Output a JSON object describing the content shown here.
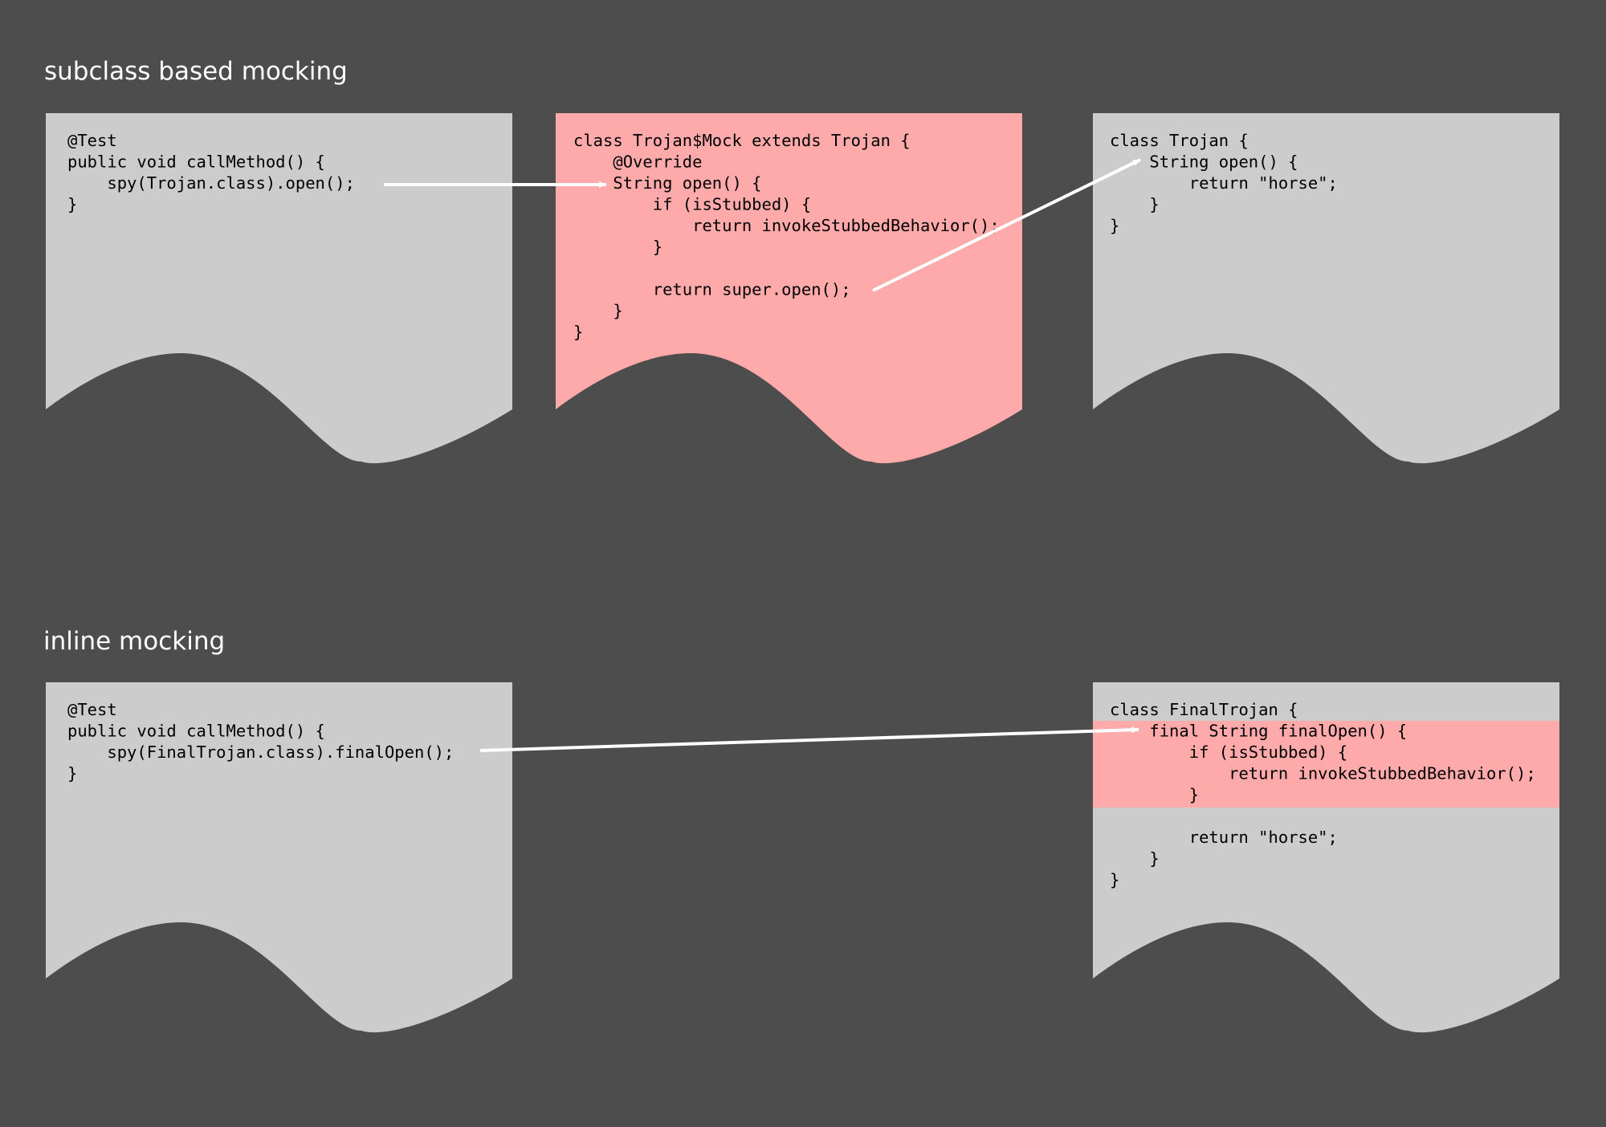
{
  "colors": {
    "background": "#4d4d4d",
    "doc_gray": "#cccccc",
    "doc_highlight": "#ffaaaa",
    "arrow": "#ffffff",
    "title_text": "#ffffff",
    "code_text": "#000000"
  },
  "sections": {
    "subclass_title": "subclass based mocking",
    "inline_title": "inline mocking"
  },
  "docs": {
    "subclass_test": {
      "lines": [
        "@Test",
        "public void callMethod() {",
        "    spy(Trojan.class).open();",
        "}"
      ]
    },
    "subclass_mock": {
      "lines": [
        "class Trojan$Mock extends Trojan {",
        "    @Override",
        "    String open() {",
        "        if (isStubbed) {",
        "            return invokeStubbedBehavior();",
        "        }",
        "",
        "        return super.open();",
        "    }",
        "}"
      ]
    },
    "subclass_original": {
      "lines": [
        "class Trojan {",
        "    String open() {",
        "        return \"horse\";",
        "    }",
        "}"
      ]
    },
    "inline_test": {
      "lines": [
        "@Test",
        "public void callMethod() {",
        "    spy(FinalTrojan.class).finalOpen();",
        "}"
      ]
    },
    "inline_original": {
      "lines": [
        "class FinalTrojan {",
        "    final String finalOpen() {",
        "        if (isStubbed) {",
        "            return invokeStubbedBehavior();",
        "        }",
        "",
        "        return \"horse\";",
        "    }",
        "}"
      ]
    }
  }
}
